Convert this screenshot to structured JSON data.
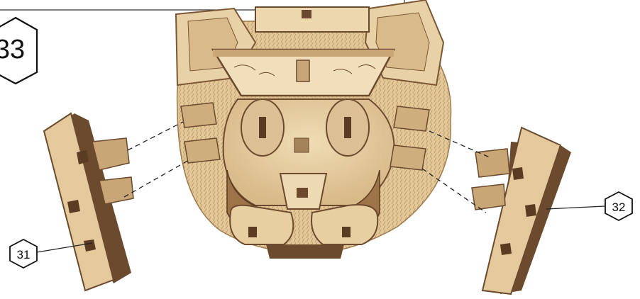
{
  "diagram": {
    "step_number": "33",
    "part_labels": [
      {
        "id": "left-part",
        "number": "31"
      },
      {
        "id": "right-part",
        "number": "32"
      }
    ],
    "colors": {
      "wood_light": "#e6cfa4",
      "wood_mid": "#cfae7e",
      "wood_dark": "#6b4a2e",
      "wood_edge": "#8a6440",
      "line": "#222222"
    },
    "icons": [
      "hexagon-badge",
      "dashed-guide-line",
      "leader-line"
    ]
  }
}
